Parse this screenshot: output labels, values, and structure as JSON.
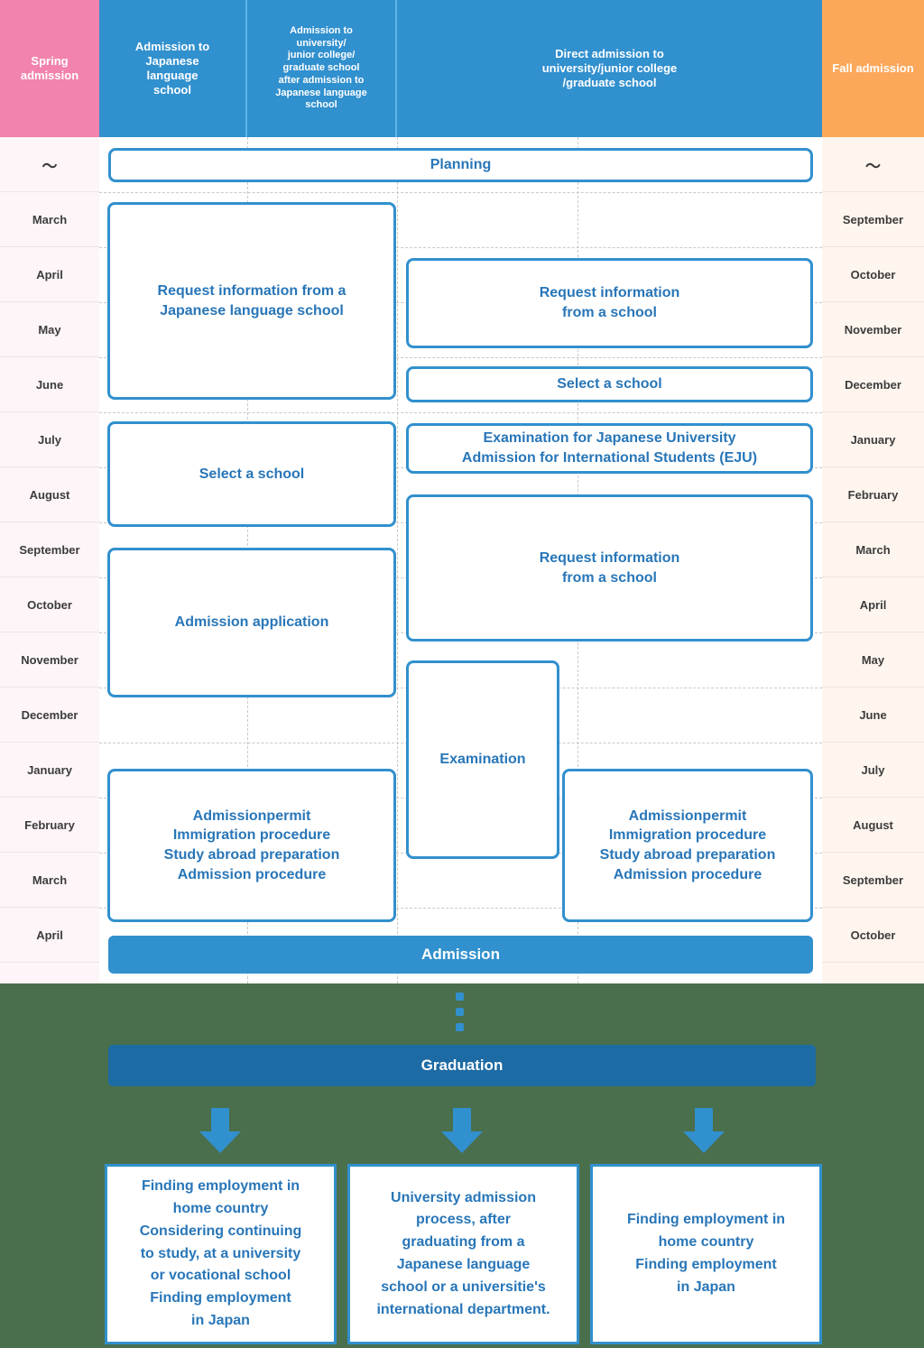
{
  "header": {
    "spring": "Spring\nadmission",
    "japanese_language_school": "Admission to\nJapanese\nlanguage\nschool",
    "after_jls": "Admission to\nuniversity/\njunior college/\ngraduate school\nafter admission to\nJapanese language\nschool",
    "direct": "Direct admission to\nuniversity/junior college\n/graduate school",
    "fall": "Fall admission"
  },
  "spring_months": [
    "～",
    "March",
    "April",
    "May",
    "June",
    "July",
    "August",
    "September",
    "October",
    "November",
    "December",
    "January",
    "February",
    "March",
    "April"
  ],
  "fall_months": [
    "～",
    "September",
    "October",
    "November",
    "December",
    "January",
    "February",
    "March",
    "April",
    "May",
    "June",
    "July",
    "August",
    "September",
    "October"
  ],
  "steps": {
    "planning": "Planning",
    "request_info_jls": "Request information from a\nJapanese language school",
    "request_info_school_1": "Request information\nfrom a school",
    "select_school_right": "Select a school",
    "select_school_left": "Select a school",
    "eju": "Examination for Japanese University\nAdmission for International Students (EJU)",
    "request_info_school_2": "Request information\nfrom a school",
    "admission_application": "Admission application",
    "examination": "Examination",
    "permit_left": "Admissionpermit\nImmigration procedure\nStudy abroad preparation\nAdmission procedure",
    "permit_right": "Admissionpermit\nImmigration procedure\nStudy abroad preparation\nAdmission procedure",
    "admission": "Admission"
  },
  "bottom": {
    "graduation": "Graduation",
    "outcomes": [
      "Finding employment in\nhome country\nConsidering continuing\nto study, at a university\nor vocational school\nFinding employment\nin Japan",
      "University admission\nprocess, after\ngraduating from a\nJapanese language\nschool or a universitie's\ninternational department.",
      "Finding employment in\nhome country\nFinding employment\nin Japan"
    ]
  },
  "colors": {
    "spring_pink": "#F183AE",
    "fall_orange": "#FCA85B",
    "header_blue": "#3190CE",
    "box_blue": "#2876B8",
    "green_bg": "#4A6F4C",
    "graduation_blue": "#1D6BA4"
  }
}
